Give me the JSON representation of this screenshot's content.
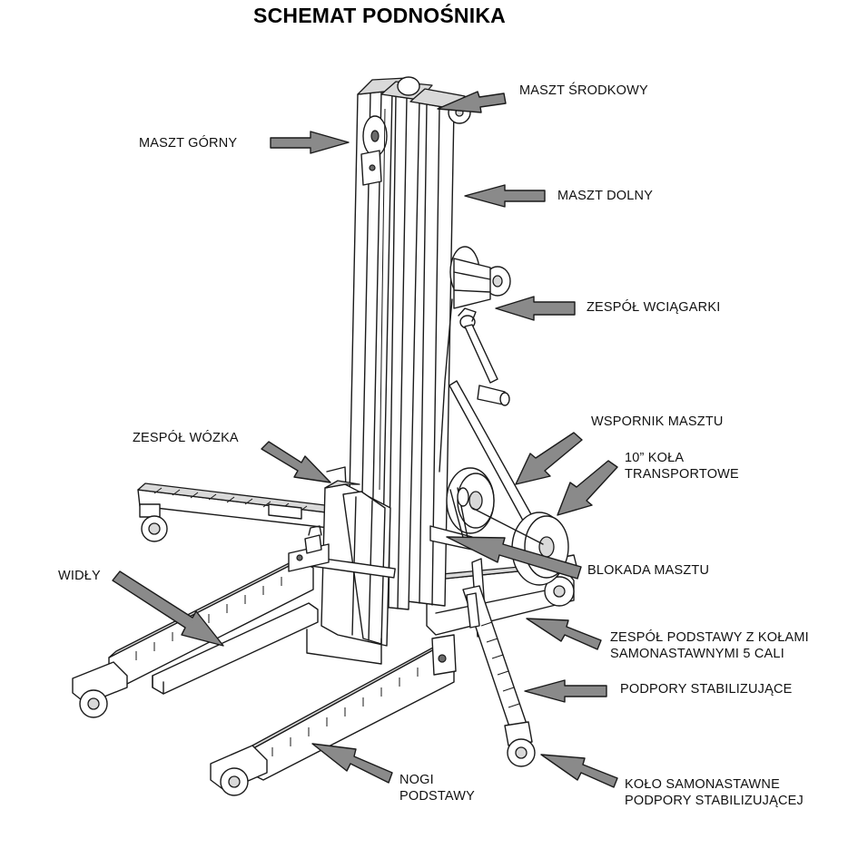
{
  "title": "SCHEMAT PODNOŚNIKA",
  "labels": {
    "maszt_srodkowy": "MASZT ŚRODKOWY",
    "maszt_gorny": "MASZT GÓRNY",
    "maszt_dolny": "MASZT DOLNY",
    "zespol_wciagarki": "ZESPÓŁ WCIĄGARKI",
    "wspornik_masztu": "WSPORNIK MASZTU",
    "kola_transportowe": "10” KOŁA\nTRANSPORTOWE",
    "zespol_wozka": "ZESPÓŁ WÓZKA",
    "blokada_masztu": "BLOKADA MASZTU",
    "widly": "WIDŁY",
    "zespol_podstawy": "ZESPÓŁ PODSTAWY Z KOŁAMI\nSAMONASTAWNYMI 5 CALI",
    "podpory_stabilizujace": "PODPORY STABILIZUJĄCE",
    "nogi_podstawy": "NOGI\nPODSTAWY",
    "kolo_samonastawne": "KOŁO SAMONASTAWNE\nPODPORY STABILIZUJĄCEJ"
  },
  "colors": {
    "line": "#1a1a1a",
    "arrow_fill": "#8a8a8a",
    "background": "#ffffff"
  }
}
